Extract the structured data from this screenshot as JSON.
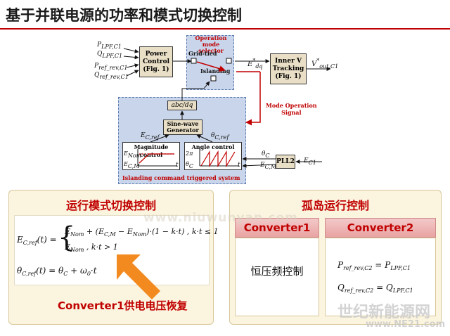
{
  "page_title": "基于并联电源的功率和模式切换控制",
  "diagram": {
    "inputs_top": [
      "P_LPF,C1",
      "Q_LPF,C1",
      "P_ref_rev,C1",
      "Q_ref_rev,C1"
    ],
    "power_control": "Power\nControl\n(Fig. 1)",
    "selector_title": "Operation\nmode selector",
    "grid_tied": "Grid-tied",
    "islanding": "Islanding",
    "e_dq": "E*dq",
    "inner_v": "Inner V\nTracking\n(Fig. 1)",
    "v_out": "V*out,C1",
    "mode_signal": "Mode Operation\nSignal",
    "abc_dq": "abc/dq",
    "sine_gen": "Sine-wave\nGenerator",
    "e_cref": "E_C,ref",
    "theta_cref": "θ_C,ref",
    "mag_control": "Magnitude control",
    "angle_control": "Angle control",
    "e_nom": "E_Nom",
    "e_cm": "E_C,M",
    "two_pi": "2π",
    "theta_c": "θ_C",
    "t": "t",
    "pll": "PLL2",
    "e_c1": "E_C1",
    "islanding_trigger": "Islanding command triggered system"
  },
  "left_panel": {
    "heading": "运行模式切换控制",
    "eq1_lhs": "E_C,ref(t) =",
    "eq1_case1": "E_Nom + (E_C,M − E_Nom)·(1 − k·t) , k·t ≤ 1",
    "eq1_case2": "E_Nom , k·t > 1",
    "eq2": "θ_C,ref(t) = θ_C + ω_0·t",
    "note": "Converter1供电电压恢复"
  },
  "right_panel": {
    "heading": "孤岛运行控制",
    "conv1_title": "Converter1",
    "conv1_body": "恒压频控制",
    "conv2_title": "Converter2",
    "conv2_eq1": "P_ref_rev,C2 = P_LPF,C1",
    "conv2_eq2": "Q_ref_rev,C2 = Q_LPF,C1"
  },
  "watermarks": {
    "center": "www.niuwunyan.com",
    "corner_cn": "世纪新能源网",
    "corner_url": "www.NE21.com"
  },
  "colors": {
    "accent": "#c00000",
    "panel_bg": "#fbf4df",
    "dashed_bg": "#c9d5ea"
  }
}
